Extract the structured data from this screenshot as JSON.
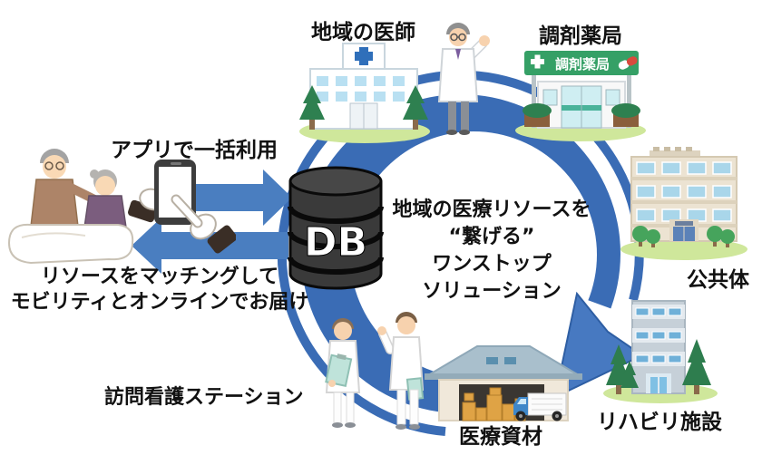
{
  "diagram": {
    "center_text": {
      "line1": "地域の医療リソースを",
      "line2": "“繋げる”",
      "line3": "ワンストップ",
      "line4": "ソリューション"
    },
    "labels": {
      "local_doctor": "地域の医師",
      "pharmacy": "調剤薬局",
      "app_bulk_use": "アプリで一括利用",
      "matching_line1": "リソースをマッチングして",
      "matching_line2": "モビリティとオンラインでお届け",
      "nursing_station": "訪問看護ステーション",
      "public_body": "公共体",
      "rehab_facility": "リハビリ施設",
      "medical_supplies": "医療資材"
    },
    "database_label": "DB",
    "pharmacy_sign_text": "調剤薬局",
    "colors": {
      "ring_blue": "#3a6cb5",
      "arrow_blue": "#4a7ec0",
      "arrowhead_blue": "#4779c1",
      "db_dark": "#383838",
      "sign_green": "#35a066",
      "ground_green": "#cfe79b",
      "text_black": "#111111"
    }
  }
}
